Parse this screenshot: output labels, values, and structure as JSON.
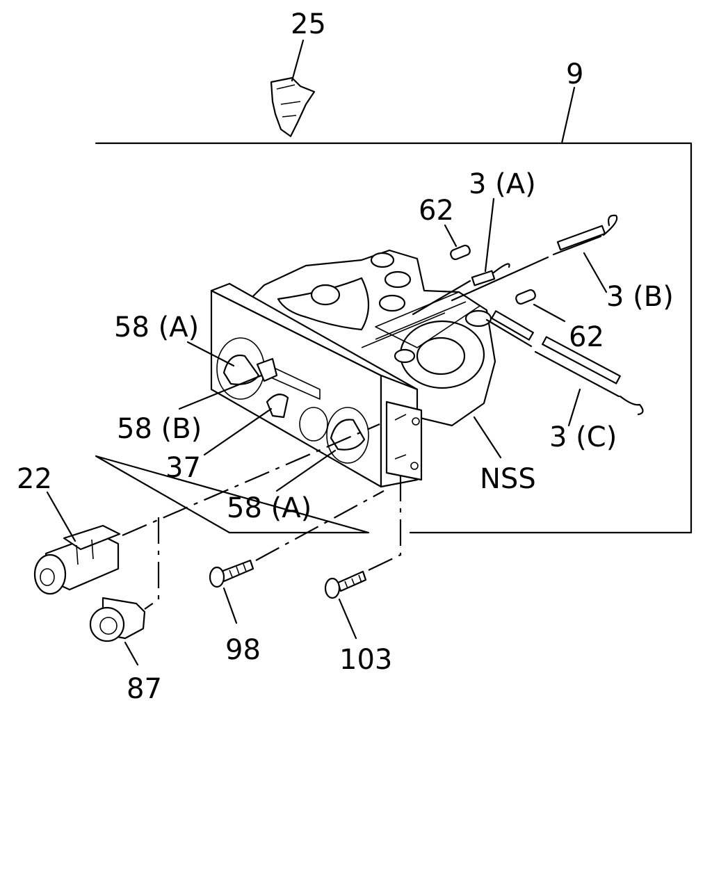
{
  "callouts": {
    "c25": "25",
    "c9": "9",
    "c3a": "3 (A)",
    "c62a": "62",
    "c3b": "3 (B)",
    "c62b": "62",
    "c58a_top": "58 (A)",
    "c58b": "58 (B)",
    "c37": "37",
    "c3c": "3 (C)",
    "c22": "22",
    "cnss": "NSS",
    "c58a_bot": "58 (A)",
    "c98": "98",
    "c103": "103",
    "c87": "87"
  }
}
